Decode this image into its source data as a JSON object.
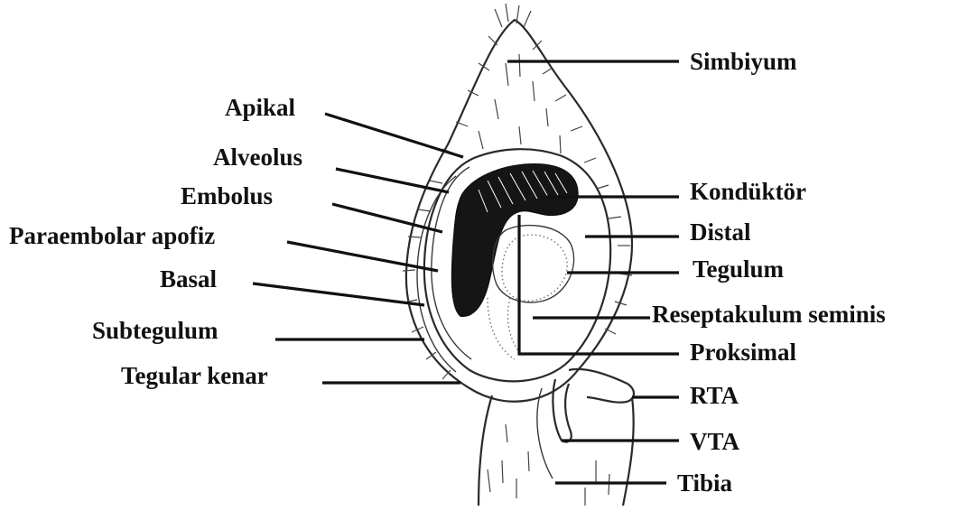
{
  "diagram": {
    "labels": {
      "simbiyum": "Simbiyum",
      "apikal": "Apikal",
      "alveolus": "Alveolus",
      "embolus": "Embolus",
      "paraembolar_apofiz": "Paraembolar apofiz",
      "basal": "Basal",
      "subtegulum": "Subtegulum",
      "tegular_kenar": "Tegular kenar",
      "konduktor": "Kondüktör",
      "distal": "Distal",
      "tegulum": "Tegulum",
      "reseptakulum_seminis": "Reseptakulum seminis",
      "proksimal": "Proksimal",
      "rta": "RTA",
      "vta": "VTA",
      "tibia": "Tibia"
    },
    "colors": {
      "ink": "#111111",
      "background": "#ffffff"
    }
  }
}
